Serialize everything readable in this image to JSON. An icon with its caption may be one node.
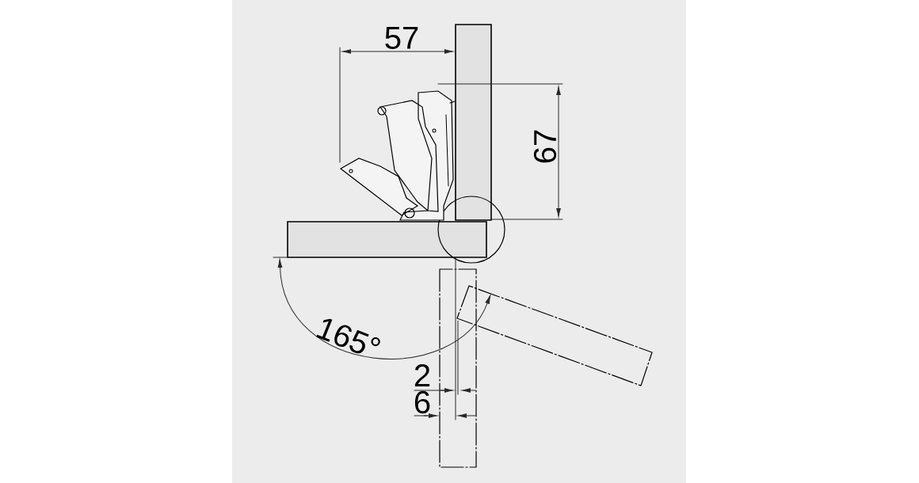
{
  "diagram": {
    "nodes": [
      {
        "text": [],
        "shape": "circle"
      }
    ],
    "labels": [
      "57",
      "67",
      "165°",
      "2",
      "6"
    ]
  }
}
